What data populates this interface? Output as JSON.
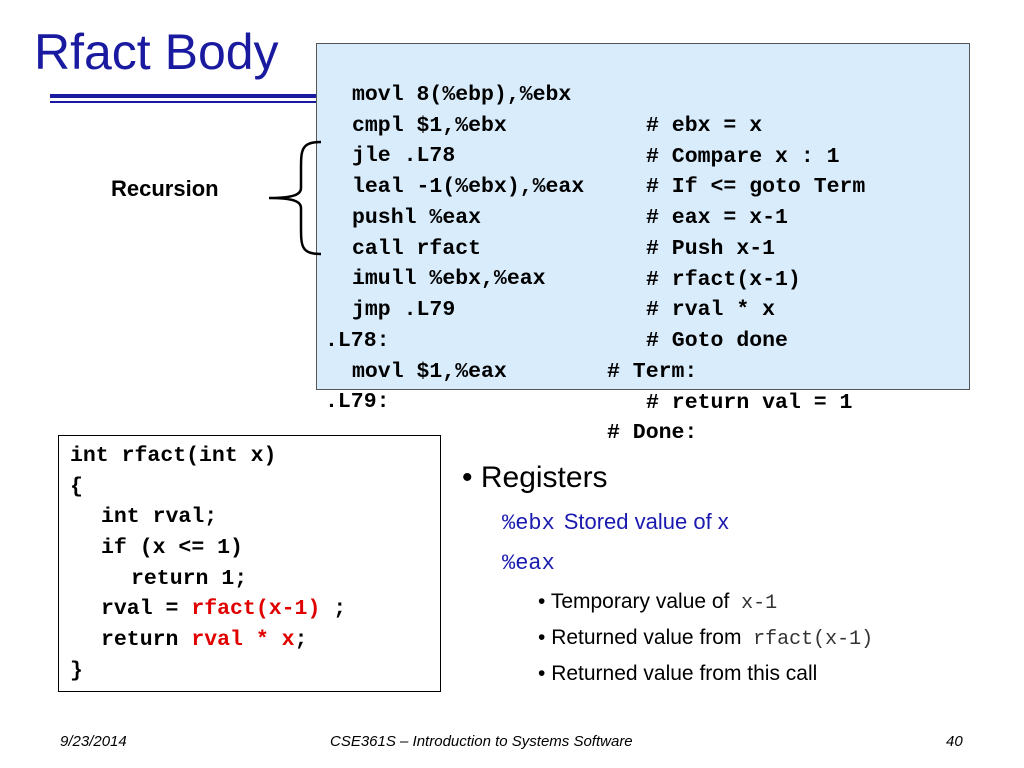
{
  "slide": {
    "title": "Rfact Body",
    "recursion_label": "Recursion"
  },
  "assembly": [
    {
      "instr": "movl 8(%ebp),%ebx",
      "comment": "# ebx = x",
      "indent": true
    },
    {
      "instr": "cmpl $1,%ebx",
      "comment": "# Compare x : 1",
      "indent": true
    },
    {
      "instr": "jle .L78",
      "comment": "# If <= goto Term",
      "indent": true
    },
    {
      "instr": "leal -1(%ebx),%eax",
      "comment": "# eax = x-1",
      "indent": true
    },
    {
      "instr": "pushl %eax",
      "comment": "# Push x-1",
      "indent": true
    },
    {
      "instr": "call rfact",
      "comment": "# rfact(x-1)",
      "indent": true
    },
    {
      "instr": "imull %ebx,%eax",
      "comment": "# rval * x",
      "indent": true
    },
    {
      "instr": "jmp .L79",
      "comment": "# Goto done",
      "indent": true
    },
    {
      "instr": ".L78:",
      "comment": "# Term:",
      "indent": false
    },
    {
      "instr": "movl $1,%eax",
      "comment": "# return val = 1",
      "indent": true
    },
    {
      "instr": ".L79:",
      "comment": "# Done:",
      "indent": false
    }
  ],
  "c_code": {
    "line1": "int rfact(int x)",
    "line2": "{",
    "line3": "int rval;",
    "line4": "if (x <= 1)",
    "line5": "return 1;",
    "line6_pre": "rval = ",
    "line6_red": "rfact(x-1)",
    "line6_post": " ;",
    "line7_pre": "return ",
    "line7_red": "rval * x",
    "line7_post": ";",
    "line8": "}"
  },
  "registers": {
    "heading": "Registers",
    "ebx_name": "%ebx",
    "ebx_desc": "Stored value of x",
    "eax_name": "%eax",
    "eax_items": [
      {
        "text": "Temporary value of",
        "code": "x-1"
      },
      {
        "text": "Returned value from",
        "code": "rfact(x-1)"
      },
      {
        "text": "Returned value from this call",
        "code": ""
      }
    ]
  },
  "footer": {
    "date": "9/23/2014",
    "course": "CSE361S – Introduction to Systems Software",
    "page": "40"
  }
}
